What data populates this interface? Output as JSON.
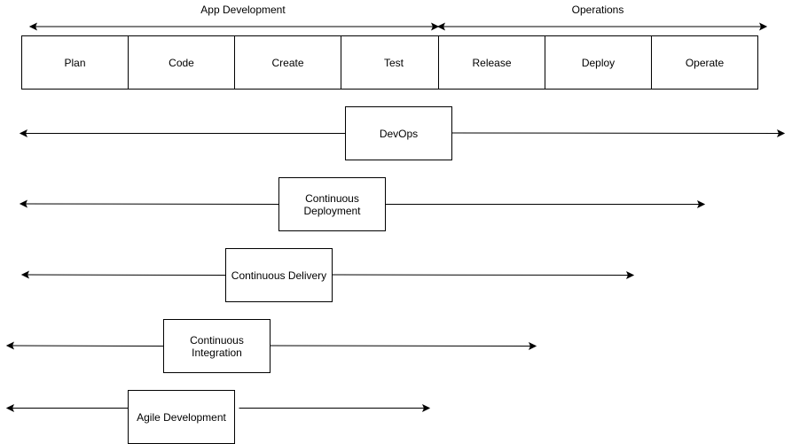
{
  "top_arrows": [
    {
      "label": "App Development"
    },
    {
      "label": "Operations"
    }
  ],
  "stages": [
    "Plan",
    "Code",
    "Create",
    "Test",
    "Release",
    "Deploy",
    "Operate"
  ],
  "practices": [
    {
      "lines": [
        "DevOps"
      ]
    },
    {
      "lines": [
        "Continuous",
        "Deployment"
      ]
    },
    {
      "lines": [
        "Continuous Delivery"
      ]
    },
    {
      "lines": [
        "Continuous",
        "Integration"
      ]
    },
    {
      "lines": [
        "Agile Development"
      ]
    }
  ],
  "colors": {
    "stroke": "#000000",
    "fill": "#ffffff"
  }
}
